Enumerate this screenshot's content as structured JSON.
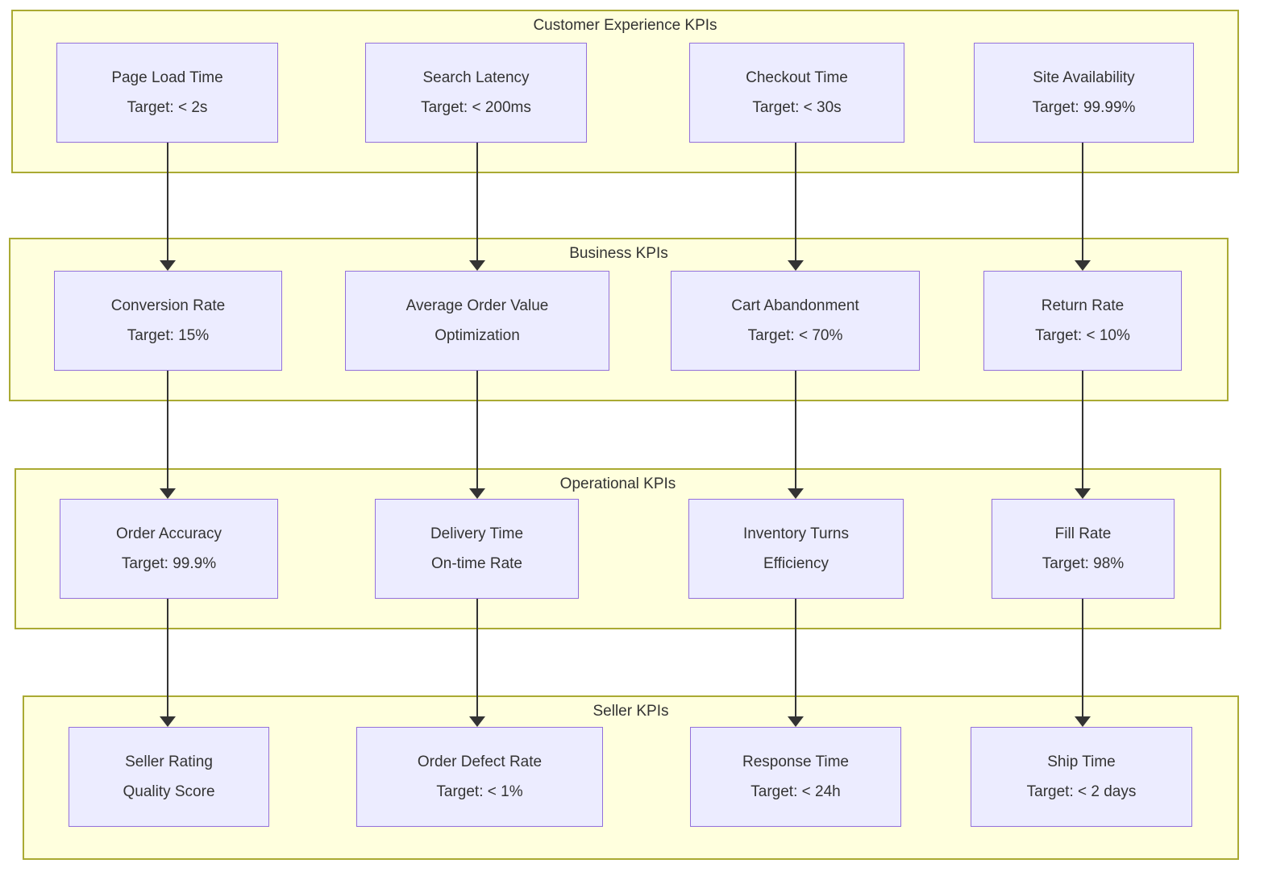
{
  "diagram": {
    "groups": [
      {
        "label": "Customer Experience KPIs",
        "nodes": [
          {
            "line1": "Page Load Time",
            "line2": "Target: < 2s"
          },
          {
            "line1": "Search Latency",
            "line2": "Target: < 200ms"
          },
          {
            "line1": "Checkout Time",
            "line2": "Target: < 30s"
          },
          {
            "line1": "Site Availability",
            "line2": "Target: 99.99%"
          }
        ]
      },
      {
        "label": "Business KPIs",
        "nodes": [
          {
            "line1": "Conversion Rate",
            "line2": "Target: 15%"
          },
          {
            "line1": "Average Order Value",
            "line2": "Optimization"
          },
          {
            "line1": "Cart Abandonment",
            "line2": "Target: < 70%"
          },
          {
            "line1": "Return Rate",
            "line2": "Target: < 10%"
          }
        ]
      },
      {
        "label": "Operational KPIs",
        "nodes": [
          {
            "line1": "Order Accuracy",
            "line2": "Target: 99.9%"
          },
          {
            "line1": "Delivery Time",
            "line2": "On-time Rate"
          },
          {
            "line1": "Inventory Turns",
            "line2": "Efficiency"
          },
          {
            "line1": "Fill Rate",
            "line2": "Target: 98%"
          }
        ]
      },
      {
        "label": "Seller KPIs",
        "nodes": [
          {
            "line1": "Seller Rating",
            "line2": "Quality Score"
          },
          {
            "line1": "Order Defect Rate",
            "line2": "Target: < 1%"
          },
          {
            "line1": "Response Time",
            "line2": "Target: < 24h"
          },
          {
            "line1": "Ship Time",
            "line2": "Target: < 2 days"
          }
        ]
      }
    ],
    "edges": [
      {
        "from": "Page Load Time",
        "to": "Conversion Rate"
      },
      {
        "from": "Search Latency",
        "to": "Average Order Value"
      },
      {
        "from": "Checkout Time",
        "to": "Cart Abandonment"
      },
      {
        "from": "Site Availability",
        "to": "Return Rate"
      },
      {
        "from": "Conversion Rate",
        "to": "Order Accuracy"
      },
      {
        "from": "Average Order Value",
        "to": "Delivery Time"
      },
      {
        "from": "Cart Abandonment",
        "to": "Inventory Turns"
      },
      {
        "from": "Return Rate",
        "to": "Fill Rate"
      },
      {
        "from": "Order Accuracy",
        "to": "Seller Rating"
      },
      {
        "from": "Delivery Time",
        "to": "Order Defect Rate"
      },
      {
        "from": "Inventory Turns",
        "to": "Response Time"
      },
      {
        "from": "Fill Rate",
        "to": "Ship Time"
      }
    ],
    "colors": {
      "group_fill": "#ffffde",
      "group_border": "#aaaa33",
      "node_fill": "#ececff",
      "node_border": "#9370db",
      "edge": "#333333",
      "text": "#333333"
    }
  }
}
